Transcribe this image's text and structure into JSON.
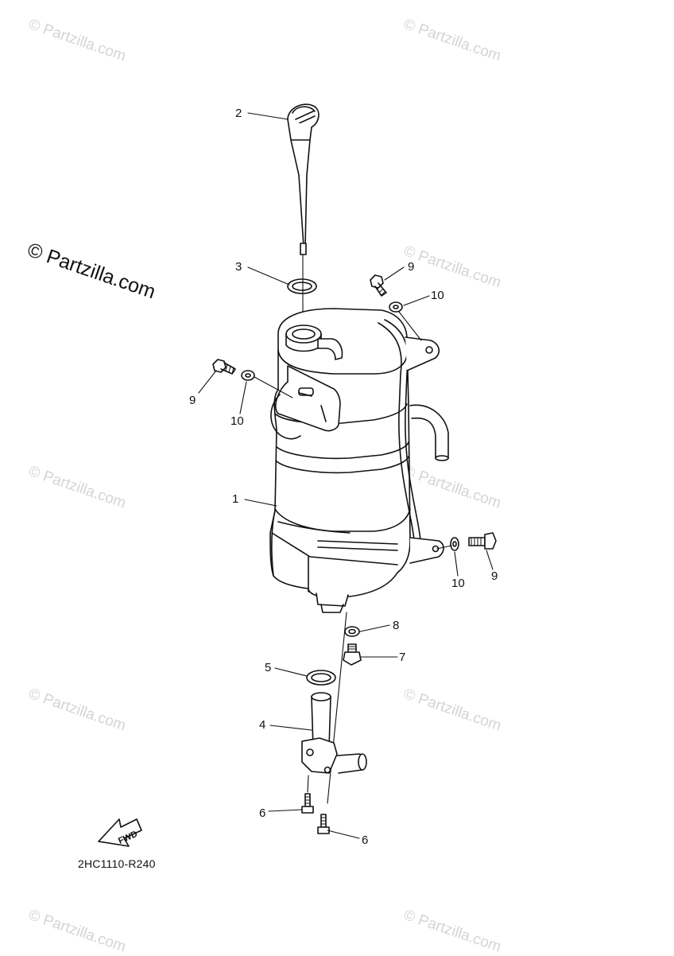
{
  "callouts": {
    "c1": "1",
    "c2": "2",
    "c3": "3",
    "c4": "4",
    "c5": "5",
    "c6a": "6",
    "c6b": "6",
    "c7": "7",
    "c8": "8",
    "c9a": "9",
    "c9b": "9",
    "c9c": "9",
    "c10a": "10",
    "c10b": "10",
    "c10c": "10"
  },
  "fwd_label": "FWD",
  "drawing_code": "2HC1110-R240",
  "watermark": {
    "text": "© Partzilla.com",
    "color": "#d4d4d4"
  },
  "watermark_big": {
    "text": "© Partzilla.com"
  }
}
